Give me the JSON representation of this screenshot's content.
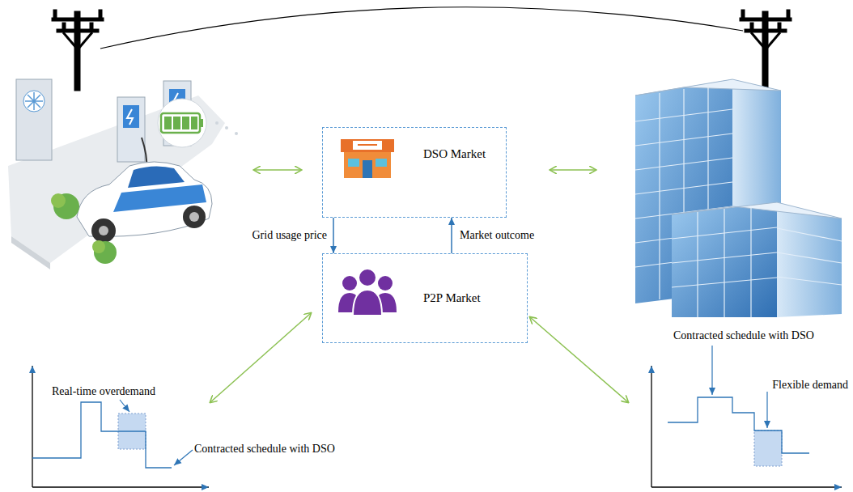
{
  "diagram": {
    "nodes": [
      {
        "text": [
          "DSO Market"
        ]
      },
      {
        "text": [
          "P2P Market"
        ]
      }
    ],
    "edges": [
      {
        "from": 0,
        "to": 1,
        "label": "Grid usage price",
        "arrow": "to"
      },
      {
        "from": 1,
        "to": 0,
        "label": "Market outcome",
        "arrow": "to"
      }
    ],
    "labels": [
      "Real-time overdemand",
      "Contracted schedule with DSO",
      "Contracted schedule with DSO",
      "Flexible demand"
    ]
  }
}
